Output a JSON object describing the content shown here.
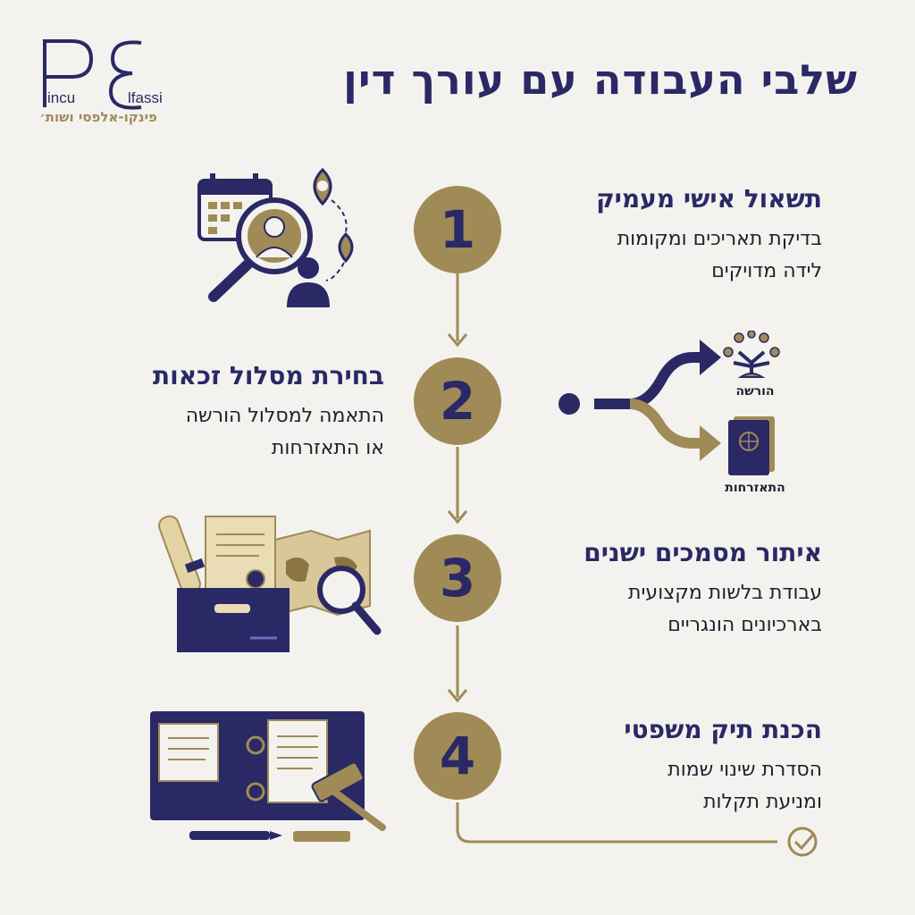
{
  "logo": {
    "word_left": "incu",
    "word_right": "lfassi",
    "subtitle": "פינקו-אלפסי ושות׳"
  },
  "title": "שלבי העבודה עם עורך דין",
  "steps": [
    {
      "number": "1",
      "title": "תשאול אישי מעמיק",
      "desc_line1": "בדיקת תאריכים ומקומות",
      "desc_line2": "לידה מדויקים"
    },
    {
      "number": "2",
      "title": "בחירת מסלול זכאות",
      "desc_line1": "התאמה למסלול הורשה",
      "desc_line2": "או התאזרחות"
    },
    {
      "number": "3",
      "title": "איתור מסמכים ישנים",
      "desc_line1": "עבודת בלשות מקצועית",
      "desc_line2": "בארכיונים הונגריים"
    },
    {
      "number": "4",
      "title": "הכנת תיק משפטי",
      "desc_line1": "הסדרת שינוי שמות",
      "desc_line2": "ומניעת תקלות"
    }
  ],
  "branches": {
    "top_label": "הורשה",
    "bottom_label": "התאזרחות"
  },
  "icons": [
    "calendar-icon",
    "magnifier-person-icon",
    "location-pin-icon",
    "person-icon",
    "branch-arrow-icon",
    "family-tree-icon",
    "passport-icon",
    "archive-box-icon",
    "scroll-icon",
    "map-icon",
    "file-folder-icon",
    "gavel-icon",
    "pen-icon",
    "checkmark-icon"
  ],
  "colors": {
    "navy": "#2a2966",
    "gold": "#a08b56",
    "background": "#f3f2ee"
  }
}
